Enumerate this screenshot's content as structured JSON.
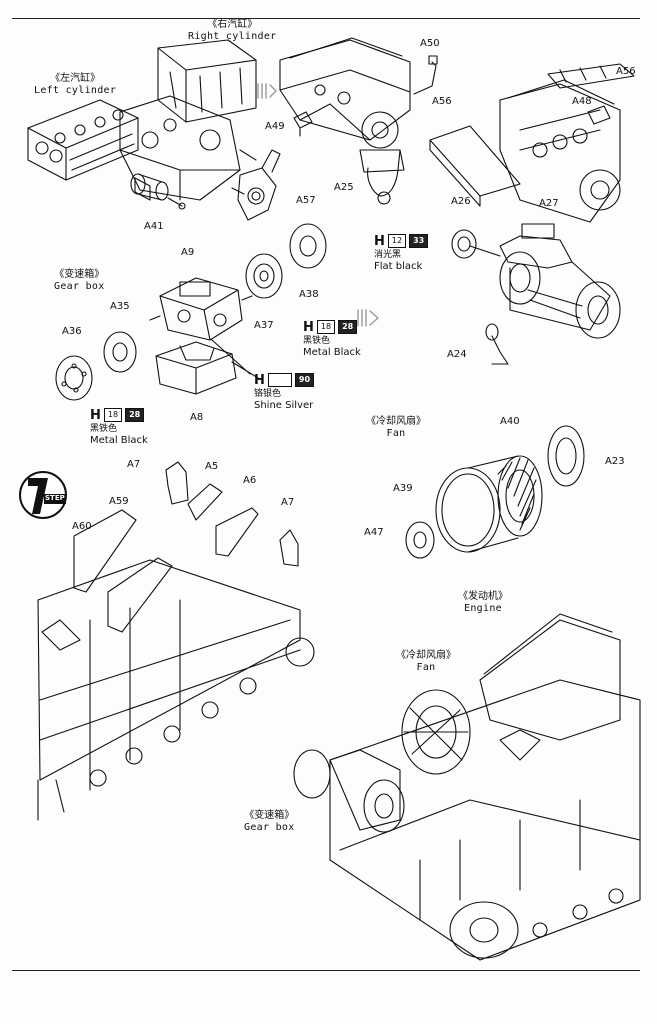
{
  "captions": {
    "right_cylinder": {
      "cn": "《右汽缸》",
      "en": "Right cylinder"
    },
    "left_cylinder": {
      "cn": "《左汽缸》",
      "en": "Left cylinder"
    },
    "gear_box": {
      "cn": "《变速箱》",
      "en": "Gear box"
    },
    "fan": {
      "cn": "《冷却风扇》",
      "en": "Fan"
    },
    "engine": {
      "cn": "《发动机》",
      "en": "Engine"
    },
    "fan2": {
      "cn": "《冷却风扇》",
      "en": "Fan"
    },
    "gear_box2": {
      "cn": "《变速箱》",
      "en": "Gear box"
    }
  },
  "parts": {
    "A50": "A50",
    "A56a": "A56",
    "A56b": "A56",
    "A48": "A48",
    "A49": "A49",
    "A25": "A25",
    "A57": "A57",
    "A41": "A41",
    "A26": "A26",
    "A27": "A27",
    "A9": "A9",
    "A38": "A38",
    "A35": "A35",
    "A36": "A36",
    "A37": "A37",
    "A8": "A8",
    "A24": "A24",
    "A40": "A40",
    "A23": "A23",
    "A39": "A39",
    "A47": "A47",
    "A7a": "A7",
    "A5": "A5",
    "A6": "A6",
    "A7b": "A7",
    "A59": "A59",
    "A60": "A60"
  },
  "paints": {
    "flat_black": {
      "h": "H",
      "code1": "12",
      "code2": "33",
      "cn": "消光黑",
      "en": "Flat black"
    },
    "metal_black_1": {
      "h": "H",
      "code1": "18",
      "code2": "28",
      "cn": "黑铁色",
      "en": "Metal  Black"
    },
    "shine_silver": {
      "h": "H",
      "code1": "",
      "code2": "90",
      "cn": "铬银色",
      "en": "Shine Silver"
    },
    "metal_black_2": {
      "h": "H",
      "code1": "18",
      "code2": "28",
      "cn": "黑铁色",
      "en": "Metal  Black"
    }
  },
  "step": {
    "label": "STEP",
    "number": "7"
  },
  "colors": {
    "ink": "#111111",
    "paper": "#fdfdfc",
    "arrow": "#9a9a9a"
  }
}
